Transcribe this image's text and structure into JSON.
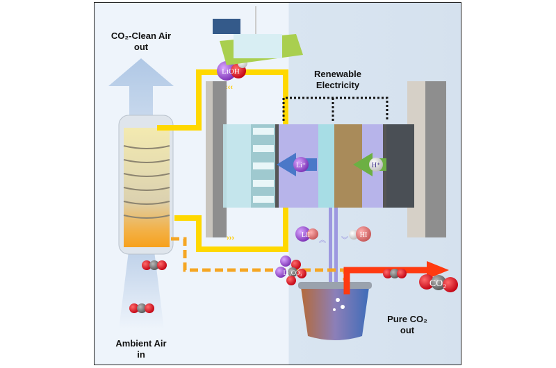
{
  "labels": {
    "clean_air_line1": "CO₂-Clean Air",
    "clean_air_line2": "out",
    "renewable_line1": "Renewable",
    "renewable_line2": "Electricity",
    "ambient_line1": "Ambient Air",
    "ambient_line2": "in",
    "pure_co2_line1": "Pure CO₂",
    "pure_co2_line2": "out"
  },
  "molecules": {
    "lioh": "LiOH",
    "li_ion": "Li⁺",
    "h_ion": "H⁺",
    "lii": "LiI",
    "hi": "HI",
    "li2co3": "Li₂CO₃",
    "co2": "CO₂"
  },
  "colors": {
    "lioh_loop": "#ffd800",
    "carbonate_line": "#f5a623",
    "co2_arrow": "#ff3a10",
    "li_arrow": "#4a78c8",
    "h_arrow": "#6cb043",
    "membrane": "#b7b4ea"
  }
}
